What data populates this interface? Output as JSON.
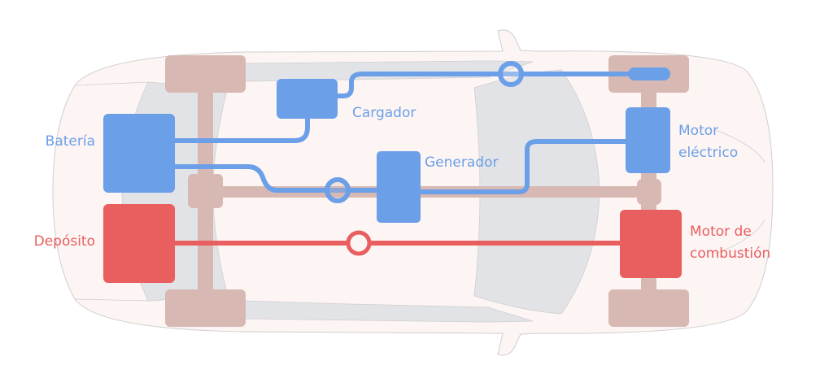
{
  "colors": {
    "electric": "#6b9fe8",
    "combustion": "#e95e5e",
    "drivetrain": "#d8b8b3",
    "body": "#fdf4f4",
    "glass": "#e2e3e6"
  },
  "labels": {
    "battery": "Batería",
    "charger": "Cargador",
    "generator": "Generador",
    "electric_motor_1": "Motor",
    "electric_motor_2": "eléctrico",
    "tank": "Depósito",
    "combustion_motor_1": "Motor de",
    "combustion_motor_2": "combustión"
  }
}
